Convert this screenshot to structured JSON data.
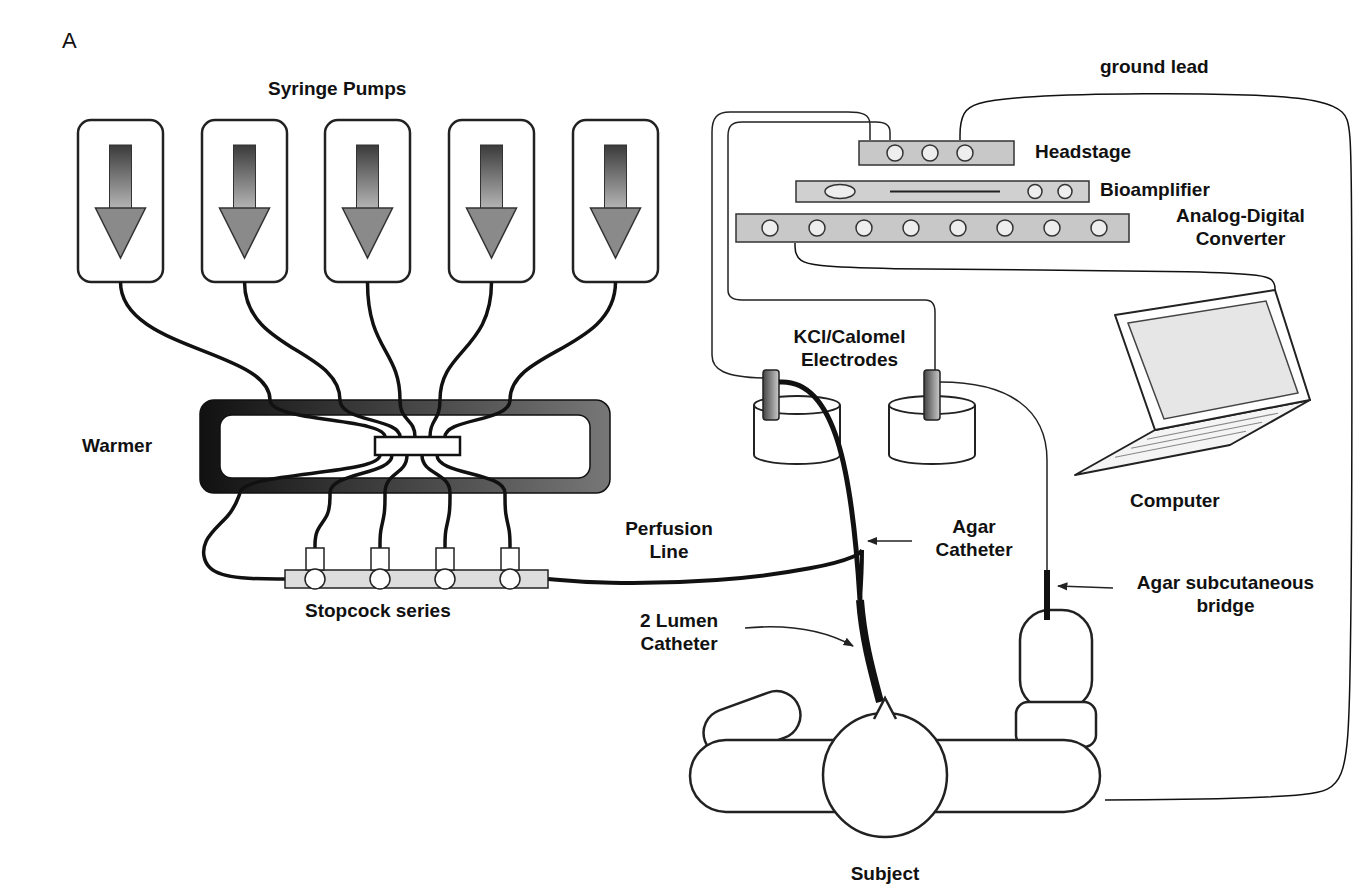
{
  "diagram": {
    "nodes": [
      {
        "text": [
          "Headstage"
        ]
      },
      {
        "text": [
          "Bioamplifier"
        ]
      },
      {
        "text": [
          "Analog-Digital Converter"
        ]
      },
      {
        "text": [
          "Warmer"
        ]
      },
      {
        "text": [
          "Computer"
        ]
      },
      {
        "text": [
          "Stopcock series"
        ]
      },
      {
        "text": [
          "Subject"
        ]
      }
    ],
    "edges": [
      {
        "from": 2,
        "to": 4,
        "arrow": "none"
      },
      {
        "from": 3,
        "to": 5,
        "arrow": "none"
      },
      {
        "from": 3,
        "to": 5,
        "arrow": "none"
      },
      {
        "from": 3,
        "to": 5,
        "arrow": "none"
      },
      {
        "from": 3,
        "to": 5,
        "arrow": "none"
      },
      {
        "from": 3,
        "to": 5,
        "arrow": "none"
      },
      {
        "from": 5,
        "to": 6,
        "label": "Perfusion Line",
        "arrow": "none"
      },
      {
        "from": 0,
        "to": 6,
        "label": "ground lead",
        "arrow": "none"
      }
    ],
    "labels": [
      "A",
      "Syringe Pumps",
      "KCl/Calomel Electrodes",
      "Agar Catheter",
      "2 Lumen Catheter",
      "Agar subcutaneous bridge"
    ]
  }
}
